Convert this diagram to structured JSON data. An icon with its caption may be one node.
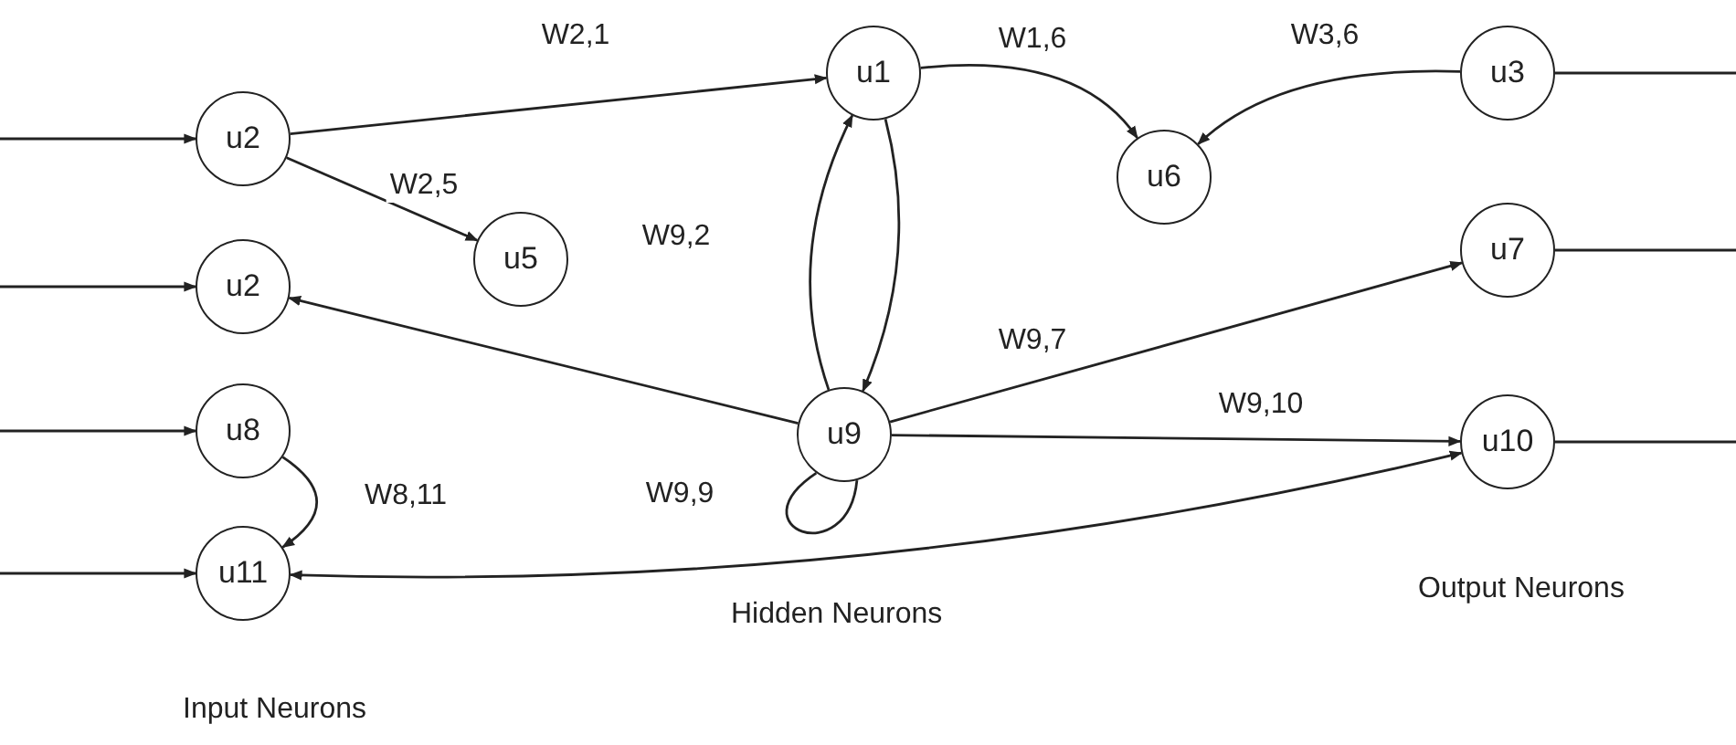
{
  "diagram": {
    "nodes": [
      {
        "text": [
          "u2"
        ]
      },
      {
        "text": [
          "u2"
        ]
      },
      {
        "text": [
          "u8"
        ]
      },
      {
        "text": [
          "u11"
        ]
      },
      {
        "text": [
          "u5"
        ]
      },
      {
        "text": [
          "u1"
        ]
      },
      {
        "text": [
          "u9"
        ]
      },
      {
        "text": [
          "u6"
        ]
      },
      {
        "text": [
          "u3"
        ]
      },
      {
        "text": [
          "u7"
        ]
      },
      {
        "text": [
          "u10"
        ]
      }
    ],
    "edges": [
      {
        "from": null,
        "to": 0,
        "arrow": "to"
      },
      {
        "from": null,
        "to": 1,
        "arrow": "to"
      },
      {
        "from": null,
        "to": 2,
        "arrow": "to"
      },
      {
        "from": null,
        "to": 3,
        "arrow": "to"
      },
      {
        "from": 0,
        "to": 5,
        "arrow": "to",
        "label": "W2,1"
      },
      {
        "from": 0,
        "to": 4,
        "arrow": "to",
        "label": "W2,5"
      },
      {
        "from": 6,
        "to": 1,
        "arrow": "to",
        "label": "W9,2"
      },
      {
        "from": 2,
        "to": 3,
        "arrow": "to",
        "label": "W8,11"
      },
      {
        "from": 6,
        "to": 5,
        "arrow": "to"
      },
      {
        "from": 5,
        "to": 6,
        "arrow": "to"
      },
      {
        "from": 6,
        "to": 6,
        "arrow": "none",
        "label": "W9,9"
      },
      {
        "from": 5,
        "to": 7,
        "arrow": "to",
        "label": "W1,6"
      },
      {
        "from": 8,
        "to": 7,
        "arrow": "to",
        "label": "W3,6"
      },
      {
        "from": 6,
        "to": 9,
        "arrow": "to",
        "label": "W9,7"
      },
      {
        "from": 6,
        "to": 10,
        "arrow": "to",
        "label": "W9,10"
      },
      {
        "from": 10,
        "to": 3,
        "arrow": "both"
      },
      {
        "from": 8,
        "to": null,
        "arrow": "none"
      },
      {
        "from": 9,
        "to": null,
        "arrow": "none"
      },
      {
        "from": 10,
        "to": null,
        "arrow": "none"
      }
    ],
    "labels": [
      "Hidden Neurons",
      "Output Neurons",
      "Input Neurons"
    ]
  }
}
